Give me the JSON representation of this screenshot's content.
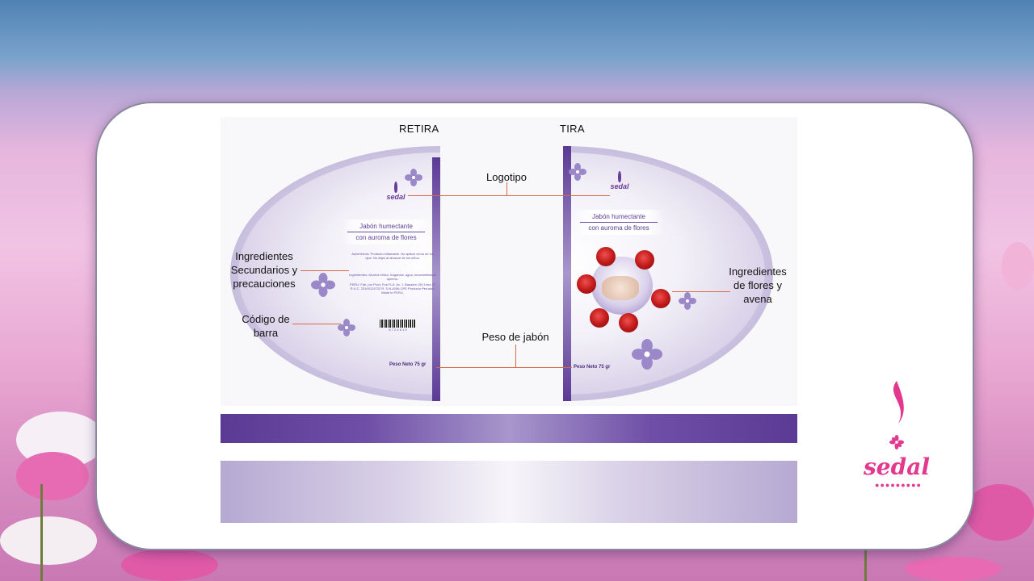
{
  "design": {
    "left_title": "RETIRA",
    "right_title": "TIRA",
    "product_name_line1": "Jabón humectante",
    "product_name_line2": "con auroma de flores",
    "warning_text": "Advertencia: Producto inflamable. No aplicar cerca de los ojos. No dejar al alcance de los niños.",
    "ingredients_text": "Ingredientes: Alcohol etílico, fragancia, agua, hexametilindan opireno.",
    "maker_text": "PERU: Fab. por Prod. Fuel S.A. Av. J. Basadre 150 Lima 27 R.U.C. 20100123702 R. S.N-4006-CPE Producto Peruano. Made in PERU.",
    "weight_left": "Peso Neto 75 gr",
    "weight_right": "Peso Neto 75 gr",
    "barcode_digits": "8 7 2 4 6 1 9",
    "mini_logo": "sedal"
  },
  "annotations": {
    "logotipo": "Logotipo",
    "ingredientes_sec_line1": "Ingredientes",
    "ingredientes_sec_line2": "Secundarios  y",
    "ingredientes_sec_line3": "precauciones",
    "codigo_line1": "Código de",
    "codigo_line2": "barra",
    "peso": "Peso de jabón",
    "flores_line1": "Ingredientes",
    "flores_line2": "de flores y",
    "flores_line3": "avena"
  },
  "brand": {
    "name": "sedal",
    "dots": "●●●●●●●●●",
    "color": "#e2388e"
  },
  "colors": {
    "violet_dark": "#5b3a95",
    "violet_light": "#b6a9d2",
    "annotation_line": "#d76a45"
  }
}
